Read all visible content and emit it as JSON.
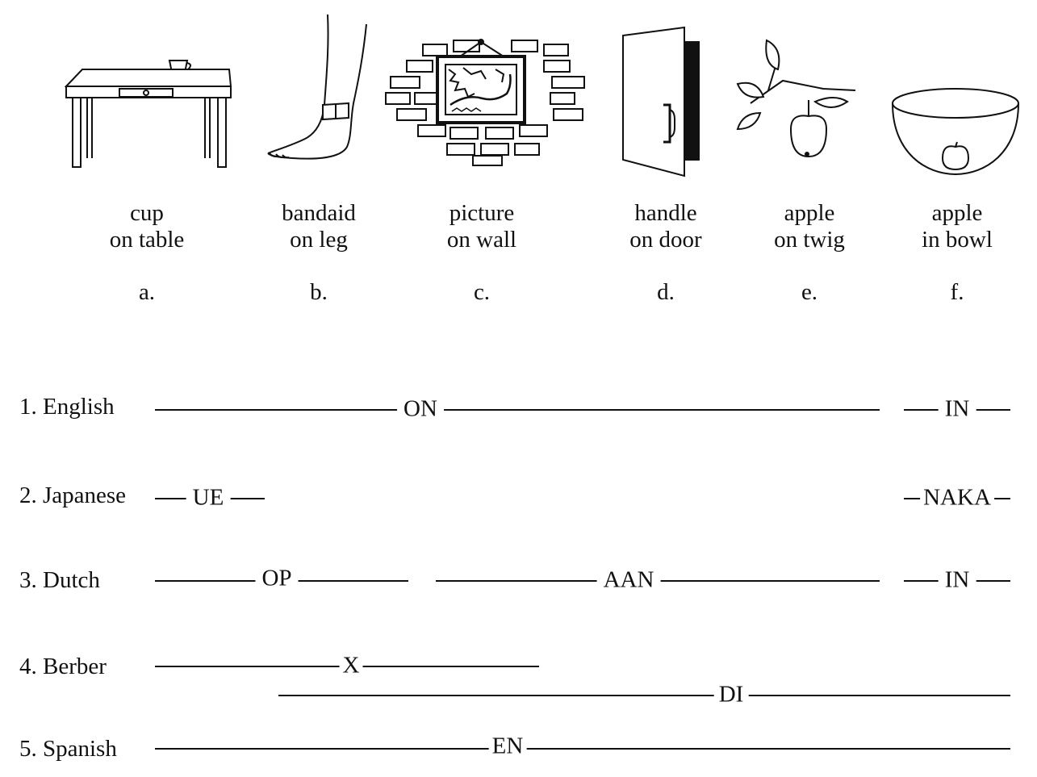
{
  "illustrations": [
    {
      "icon": "table-with-cup-icon",
      "line1": "cup",
      "line2": "on table",
      "letter": "a."
    },
    {
      "icon": "leg-with-bandaid-icon",
      "line1": "bandaid",
      "line2": "on leg",
      "letter": "b."
    },
    {
      "icon": "picture-on-brick-wall-icon",
      "line1": "picture",
      "line2": "on wall",
      "letter": "c."
    },
    {
      "icon": "door-with-handle-icon",
      "line1": "handle",
      "line2": "on door",
      "letter": "d."
    },
    {
      "icon": "apple-on-twig-icon",
      "line1": "apple",
      "line2": "on twig",
      "letter": "e."
    },
    {
      "icon": "apple-in-bowl-icon",
      "line1": "apple",
      "line2": "in bowl",
      "letter": "f."
    }
  ],
  "languages": [
    {
      "label": "1. English",
      "terms": [
        "ON",
        "IN"
      ]
    },
    {
      "label": "2. Japanese",
      "terms": [
        "UE",
        "NAKA"
      ]
    },
    {
      "label": "3. Dutch",
      "terms": [
        "OP",
        "AAN",
        "IN"
      ]
    },
    {
      "label": "4. Berber",
      "terms": [
        "X",
        "DI"
      ]
    },
    {
      "label": "5. Spanish",
      "terms": [
        "EN"
      ]
    }
  ]
}
